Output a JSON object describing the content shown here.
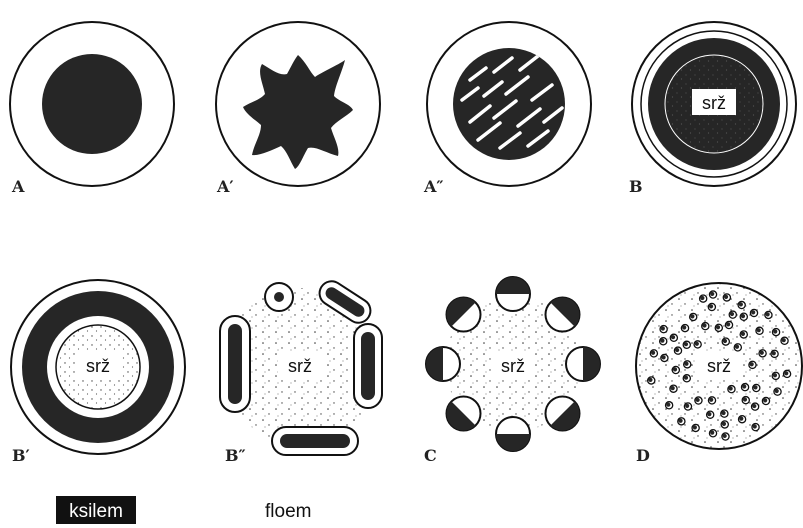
{
  "panels": [
    {
      "label": "A"
    },
    {
      "label": "A′"
    },
    {
      "label": "A″"
    },
    {
      "label": "B",
      "center": "srž"
    },
    {
      "label": "B′",
      "center": "srž"
    },
    {
      "label": "B″",
      "center": "srž"
    },
    {
      "label": "C",
      "center": "srž"
    },
    {
      "label": "D",
      "center": "srž"
    }
  ],
  "legend": {
    "xylem": "ksilem",
    "phloem": "floem"
  }
}
